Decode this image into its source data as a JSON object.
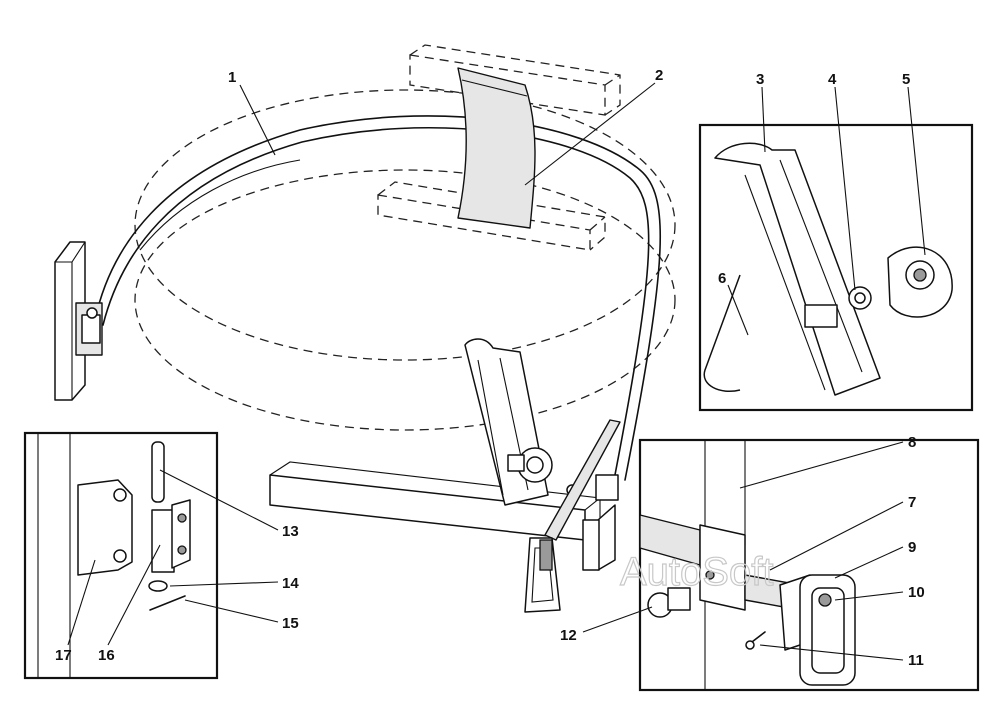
{
  "diagram": {
    "watermark": "AutoSoft",
    "callouts": [
      {
        "id": "1",
        "text": "1"
      },
      {
        "id": "2",
        "text": "2"
      },
      {
        "id": "3",
        "text": "3"
      },
      {
        "id": "4",
        "text": "4"
      },
      {
        "id": "5",
        "text": "5"
      },
      {
        "id": "6",
        "text": "6"
      },
      {
        "id": "7",
        "text": "7"
      },
      {
        "id": "8",
        "text": "8"
      },
      {
        "id": "9",
        "text": "9"
      },
      {
        "id": "10",
        "text": "10"
      },
      {
        "id": "11",
        "text": "11"
      },
      {
        "id": "12",
        "text": "12"
      },
      {
        "id": "13",
        "text": "13"
      },
      {
        "id": "14",
        "text": "14"
      },
      {
        "id": "15",
        "text": "15"
      },
      {
        "id": "16",
        "text": "16"
      },
      {
        "id": "17",
        "text": "17"
      }
    ]
  }
}
